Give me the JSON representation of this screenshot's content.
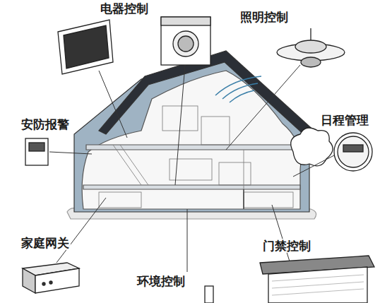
{
  "diagram": {
    "labels": [
      "电器控制",
      "照明控制",
      "安防报警",
      "日程管理",
      "家庭网关",
      "门禁控制",
      "环境控制"
    ]
  }
}
